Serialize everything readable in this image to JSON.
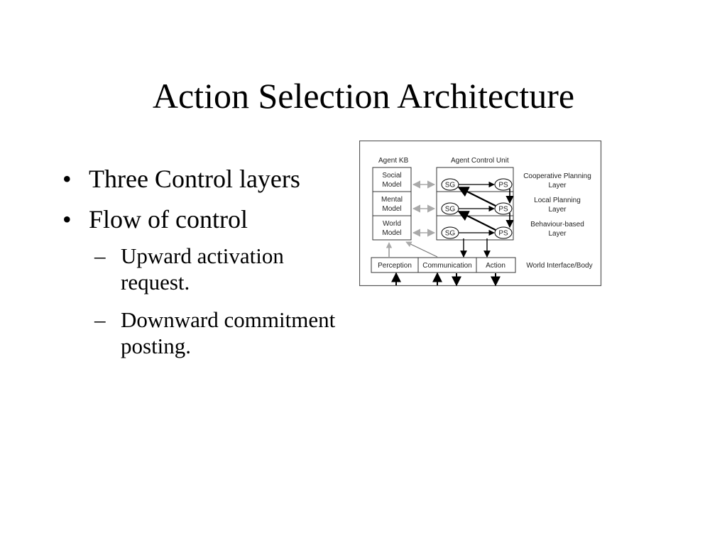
{
  "slide": {
    "title": "Action Selection Architecture"
  },
  "bullets": [
    {
      "marker": "•",
      "text": "Three Control layers"
    },
    {
      "marker": "•",
      "text": "Flow of control"
    }
  ],
  "sub_bullets": [
    {
      "marker": "–",
      "text": "Upward activation request."
    },
    {
      "marker": "–",
      "text": "Downward commitment posting."
    }
  ],
  "diagram": {
    "kb_header": "Agent KB",
    "acu_header": "Agent Control Unit",
    "kb_boxes": [
      {
        "line1": "Social",
        "line2": "Model"
      },
      {
        "line1": "Mental",
        "line2": "Model"
      },
      {
        "line1": "World",
        "line2": "Model"
      }
    ],
    "sg_label": "SG",
    "ps_label": "PS",
    "layers": [
      {
        "line1": "Cooperative  Planning",
        "line2": "Layer"
      },
      {
        "line1": "Local Planning",
        "line2": "Layer"
      },
      {
        "line1": "Behaviour-based",
        "line2": "Layer"
      }
    ],
    "interface": [
      "Perception",
      "Communication",
      "Action"
    ],
    "interface_label": "World  Interface/Body"
  }
}
